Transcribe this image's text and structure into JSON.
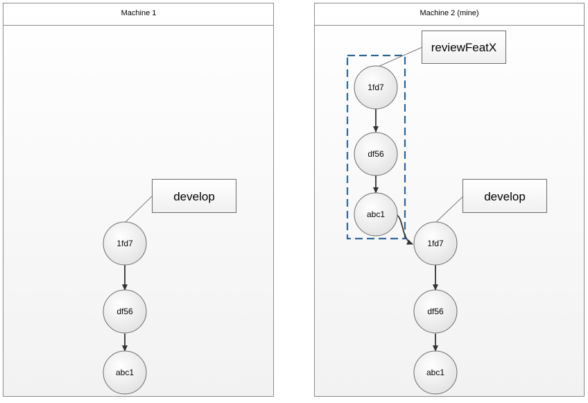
{
  "panels": [
    {
      "title": "Machine 1"
    },
    {
      "title": "Machine 2 (mine)"
    }
  ],
  "machine1": {
    "branch_label": "develop",
    "commits": [
      "1fd7",
      "df56",
      "abc1"
    ]
  },
  "machine2": {
    "review_branch_label": "reviewFeatX",
    "review_commits": [
      "1fd7",
      "df56",
      "abc1"
    ],
    "develop_label": "develop",
    "develop_commits": [
      "1fd7",
      "df56",
      "abc1"
    ]
  },
  "colors": {
    "panel_border": "#8a8a8a",
    "node_fill_top": "#ffffff",
    "node_fill_bottom": "#e3e3e3",
    "arrow": "#333333",
    "dashed_group": "#2f6496"
  }
}
